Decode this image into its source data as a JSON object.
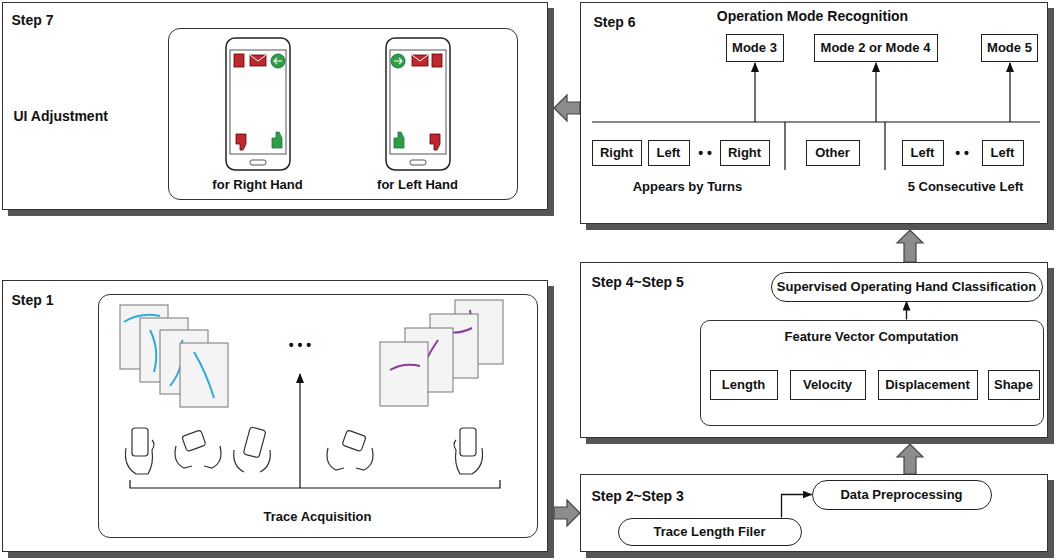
{
  "diagram": {
    "nodes": [
      {
        "text": [
          "Step 7",
          "UI Adjustment"
        ]
      },
      {
        "text": [
          "for Right Hand",
          "for Left Hand"
        ],
        "in": 0
      },
      {
        "text": [
          "Step 6",
          "Operation Mode Recognition",
          "Appears by Turns",
          "5 Consecutive Left"
        ]
      },
      {
        "text": [
          "Mode 3"
        ],
        "in": 2
      },
      {
        "text": [
          "Mode 2 or Mode 4"
        ],
        "in": 2
      },
      {
        "text": [
          "Mode 5"
        ],
        "in": 2
      },
      {
        "text": [
          "Right"
        ],
        "in": 2
      },
      {
        "text": [
          "Left"
        ],
        "in": 2
      },
      {
        "text": [
          "Right"
        ],
        "in": 2
      },
      {
        "text": [
          "Other"
        ],
        "in": 2
      },
      {
        "text": [
          "Left"
        ],
        "in": 2
      },
      {
        "text": [
          "Left"
        ],
        "in": 2
      },
      {
        "text": [
          "Step 4~Step 5"
        ]
      },
      {
        "text": [
          "Supervised Operating Hand Classification"
        ],
        "in": 12
      },
      {
        "text": [
          "Feature Vector Computation"
        ],
        "in": 12
      },
      {
        "text": [
          "Length"
        ],
        "in": 14
      },
      {
        "text": [
          "Velocity"
        ],
        "in": 14
      },
      {
        "text": [
          "Displacement"
        ],
        "in": 14
      },
      {
        "text": [
          "Shape"
        ],
        "in": 14
      },
      {
        "text": [
          "Step 2~Step 3"
        ]
      },
      {
        "text": [
          "Data Preprocessing"
        ],
        "in": 19
      },
      {
        "text": [
          "Trace Length Filer"
        ],
        "in": 19
      },
      {
        "text": [
          "Step 1"
        ]
      },
      {
        "text": [
          "Trace Acquisition"
        ],
        "in": 22
      }
    ],
    "edges": [
      {
        "from": 22,
        "to": 19,
        "arrow": "to"
      },
      {
        "from": 21,
        "to": 20,
        "arrow": "to"
      },
      {
        "from": 19,
        "to": 12,
        "arrow": "to"
      },
      {
        "from": 14,
        "to": 13,
        "arrow": "to"
      },
      {
        "from": 12,
        "to": 2,
        "arrow": "to"
      },
      {
        "from": 2,
        "to": 0,
        "arrow": "to"
      }
    ],
    "labels": [
      "• •",
      "• •",
      "• • •"
    ]
  }
}
